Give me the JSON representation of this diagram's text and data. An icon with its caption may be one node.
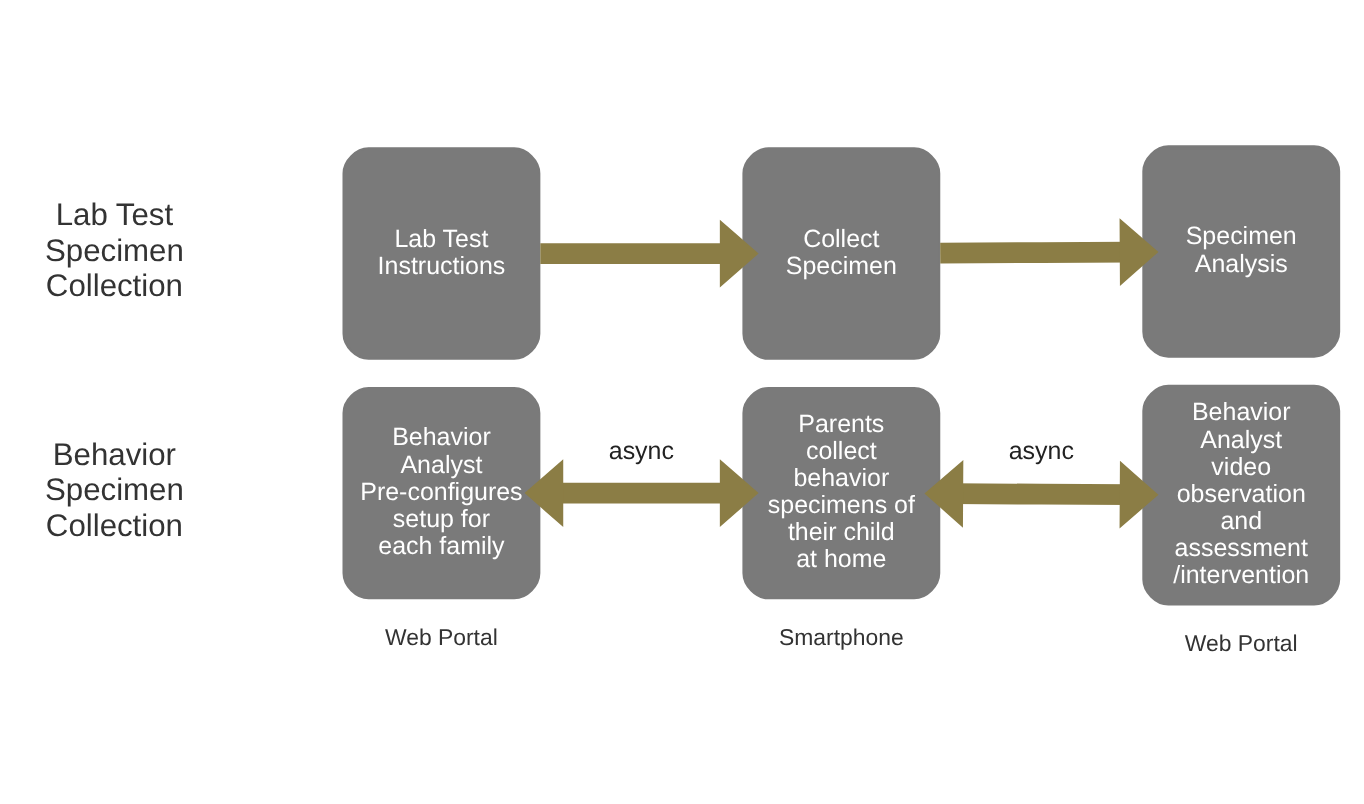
{
  "diagram": {
    "nodes": [
      {
        "text": [
          "Lab Test Instructions"
        ]
      },
      {
        "text": [
          "Collect Specimen"
        ]
      },
      {
        "text": [
          "Specimen Analysis"
        ]
      },
      {
        "text": [
          "Behavior Analyst Pre-configures setup for each family"
        ],
        "beside": [
          "Web Portal"
        ]
      },
      {
        "text": [
          "Parents collect behavior specimens of their child at home"
        ],
        "beside": [
          "Smartphone"
        ]
      },
      {
        "text": [
          "Behavior Analyst video observation and assessment /intervention"
        ],
        "beside": [
          "Web Portal"
        ]
      }
    ],
    "edges": [
      {
        "from": 0,
        "to": 1,
        "arrow": "to"
      },
      {
        "from": 1,
        "to": 2,
        "arrow": "to"
      },
      {
        "from": 3,
        "to": 4,
        "arrow": "both",
        "label": "async"
      },
      {
        "from": 4,
        "to": 5,
        "arrow": "both",
        "label": "async"
      }
    ],
    "labels": [
      "Lab Test Specimen Collection",
      "Behavior Specimen Collection"
    ]
  }
}
